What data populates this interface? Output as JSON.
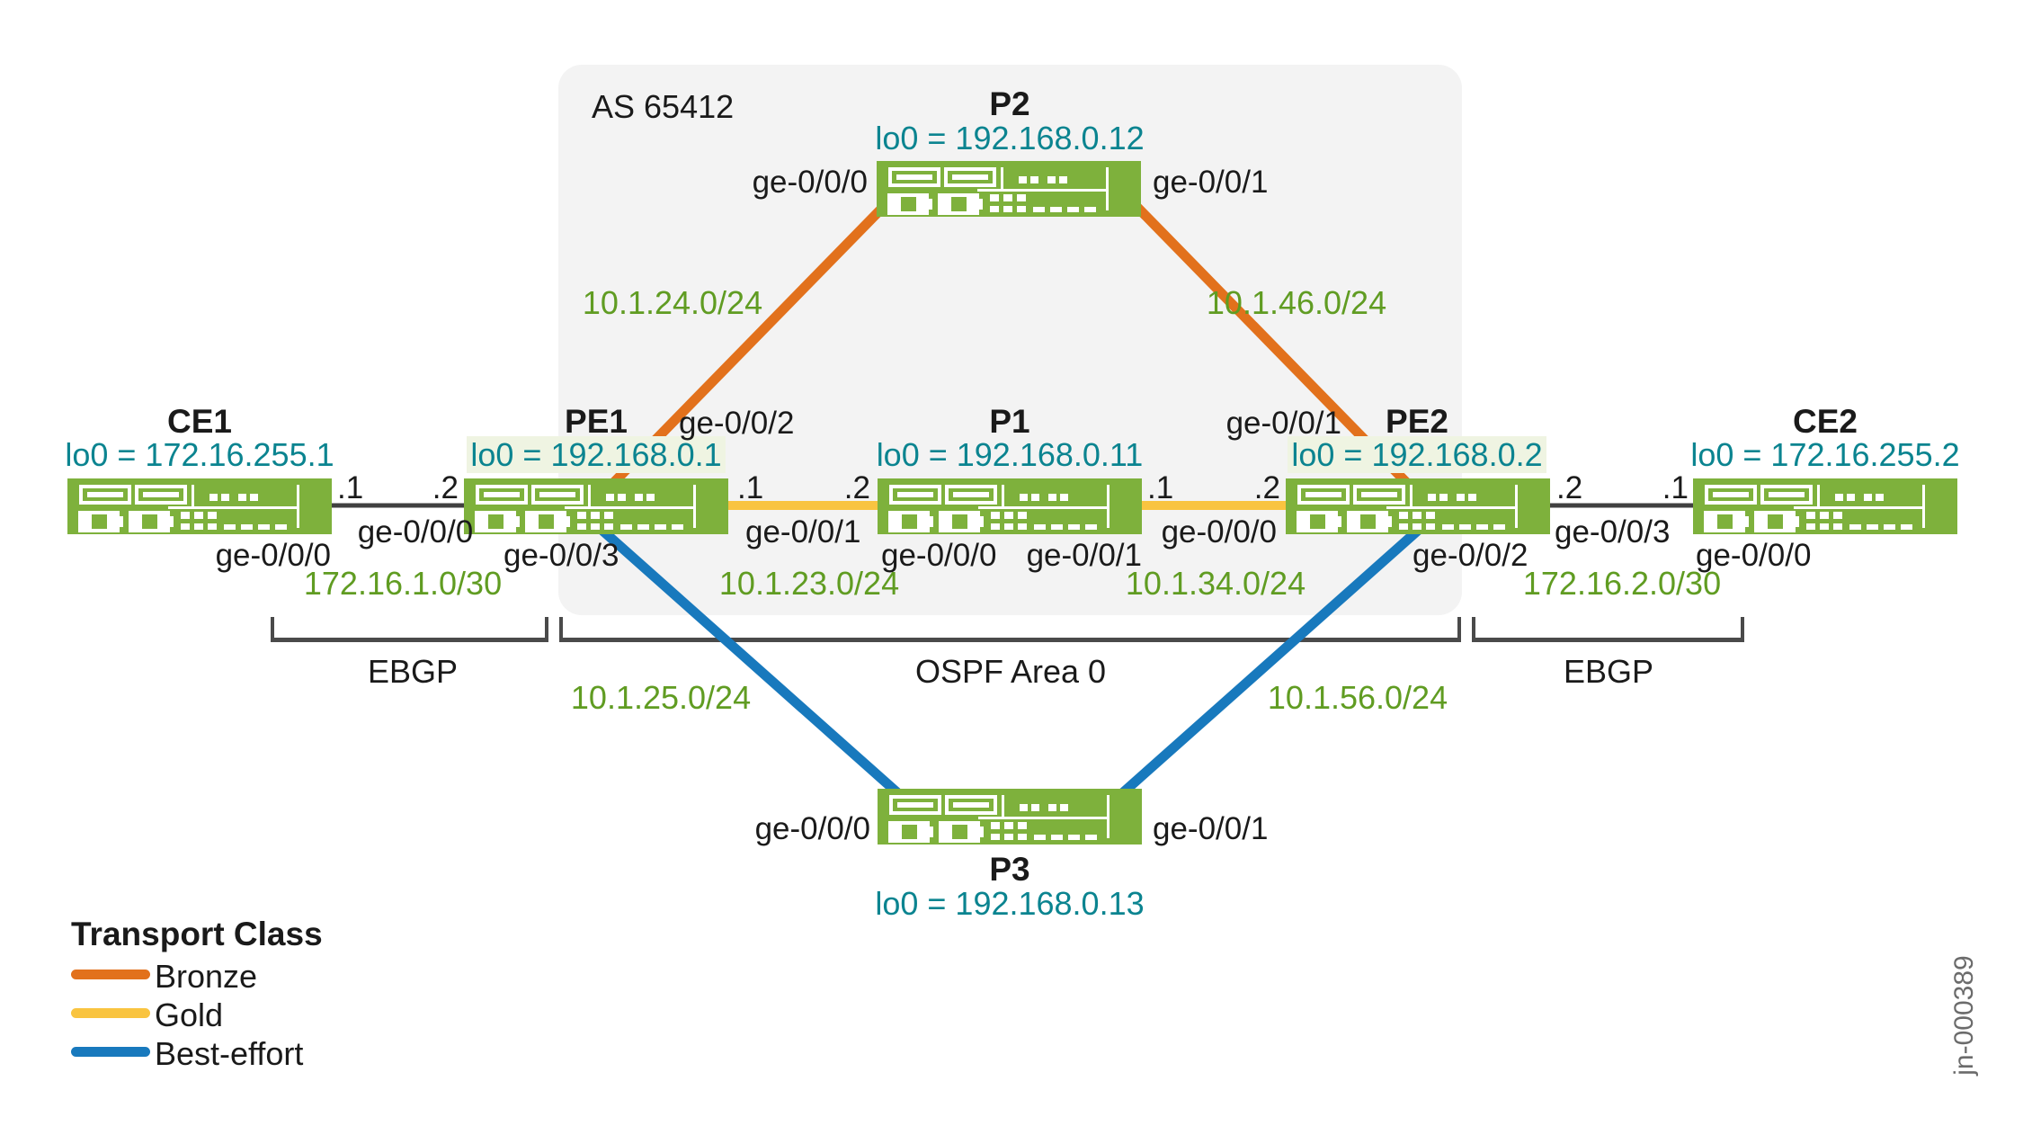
{
  "as_group": {
    "label": "AS 65412"
  },
  "nodes": {
    "ce1": {
      "name": "CE1",
      "loopback": "lo0 = 172.16.255.1"
    },
    "pe1": {
      "name": "PE1",
      "loopback": "lo0 = 192.168.0.1"
    },
    "p1": {
      "name": "P1",
      "loopback": "lo0 = 192.168.0.11"
    },
    "p2": {
      "name": "P2",
      "loopback": "lo0 = 192.168.0.12"
    },
    "p3": {
      "name": "P3",
      "loopback": "lo0 = 192.168.0.13"
    },
    "pe2": {
      "name": "PE2",
      "loopback": "lo0 = 192.168.0.2"
    },
    "ce2": {
      "name": "CE2",
      "loopback": "lo0 = 172.16.255.2"
    }
  },
  "interfaces": {
    "p2_left": "ge-0/0/0",
    "p2_right": "ge-0/0/1",
    "pe1_to_p2": "ge-0/0/2",
    "pe2_to_p2": "ge-0/0/1",
    "ce1_to_pe1": "ge-0/0/0",
    "pe1_to_ce1": "ge-0/0/0",
    "pe1_to_p3": "ge-0/0/3",
    "pe1_to_p1": "ge-0/0/1",
    "p1_to_pe1": "ge-0/0/0",
    "p1_to_pe2": "ge-0/0/1",
    "pe2_to_p1": "ge-0/0/0",
    "pe2_to_p3": "ge-0/0/2",
    "pe2_to_ce2": "ge-0/0/3",
    "ce2_to_pe2": "ge-0/0/0",
    "p3_left": "ge-0/0/0",
    "p3_right": "ge-0/0/1"
  },
  "addressing": {
    "dot1": ".1",
    "dot2": ".2",
    "ce1_pe1_net": "172.16.1.0/30",
    "pe1_p1_net": "10.1.23.0/24",
    "p1_pe2_net": "10.1.34.0/24",
    "pe2_ce2_net": "172.16.2.0/30",
    "pe1_p2_net": "10.1.24.0/24",
    "p2_pe2_net": "10.1.46.0/24",
    "pe1_p3_net": "10.1.25.0/24",
    "p3_pe2_net": "10.1.56.0/24"
  },
  "protocols": {
    "ebgp_left": "EBGP",
    "ospf": "OSPF Area 0",
    "ebgp_right": "EBGP"
  },
  "legend": {
    "title": "Transport Class",
    "items": [
      {
        "label": "Bronze",
        "color": "#E2711C"
      },
      {
        "label": "Gold",
        "color": "#F9C440"
      },
      {
        "label": "Best-effort",
        "color": "#1879BD"
      }
    ]
  },
  "figure_id": "jn-000389",
  "colors": {
    "router_green": "#7EB13C",
    "loopback_teal": "#0B8490",
    "subnet_green": "#609C22",
    "bronze": "#E2711C",
    "gold": "#F9C440",
    "best_effort": "#1879BD",
    "link_dark": "#404040",
    "as_box_bg": "#F3F3F3"
  }
}
